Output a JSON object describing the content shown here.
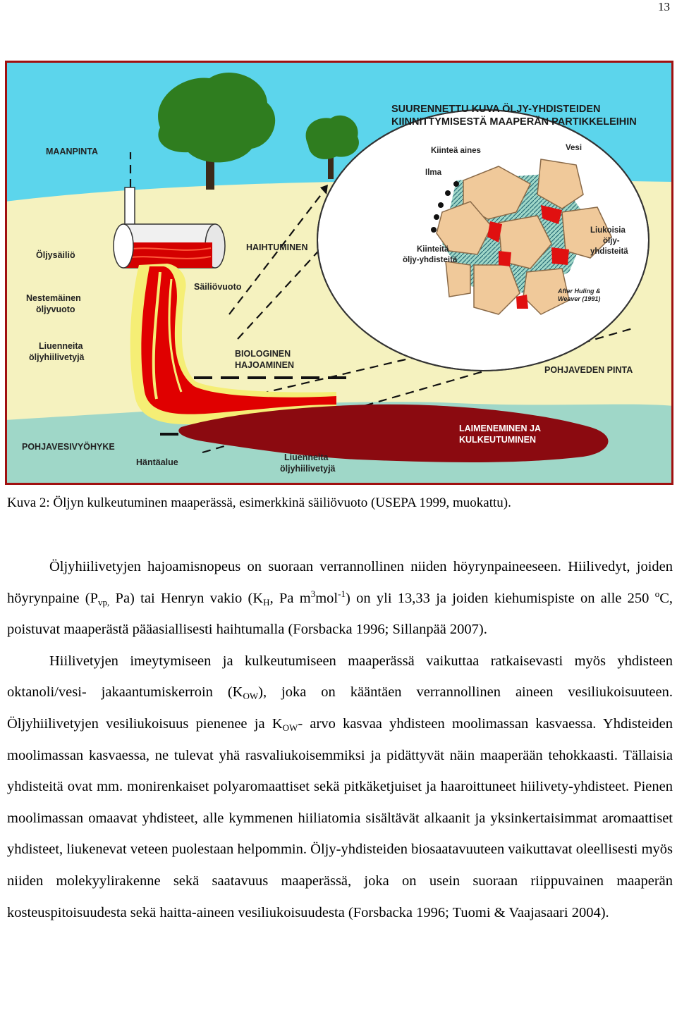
{
  "page_number": "13",
  "figure": {
    "labels": {
      "maanpinta": "MAANPINTA",
      "heading_line1": "SUURENNETTU KUVA ÖLJY-YHDISTEIDEN",
      "heading_line2": "KIINNITTYMISESTÄ MAAPERÄN PARTIKKELEIHIN",
      "kiintea_aines": "Kiinteä aines",
      "vesi": "Vesi",
      "ilma": "Ilma",
      "kiinteita_line1": "Kiinteitä",
      "kiinteita_line2": "öljy-yhdisteitä",
      "liukoisia_line1": "Liukoisia",
      "liukoisia_line2": "öljy-",
      "liukoisia_line3": "yhdisteitä",
      "after_line1": "After Huling &",
      "after_line2": "Weaver (1991)",
      "oljysailio": "Öljysäiliö",
      "haihtuminen": "HAIHTUMINEN",
      "sailiovuoto": "Säiliövuoto",
      "nestemainen_line1": "Nestemäinen",
      "nestemainen_line2": "öljyvuoto",
      "liuenneita1_line1": "Liuenneita",
      "liuenneita1_line2": "öljyhiilivetyjä",
      "biologinen_line1": "BIOLOGINEN",
      "biologinen_line2": "HAJOAMINEN",
      "pohjaveden_pinta": "POHJAVEDEN PINTA",
      "laimeneminen_line1": "LAIMENEMINEN JA",
      "laimeneminen_line2": "KULKEUTUMINEN",
      "pohjavesivyohyke": "POHJAVESIVYÖHYKE",
      "hantaalue": "Häntäalue",
      "liuenneita2_line1": "Liuenneita",
      "liuenneita2_line2": "öljyhiilivetyjä"
    },
    "colors": {
      "sky": "#5cd5ec",
      "soil": "#f5f2bf",
      "groundwater": "#9fd7c8",
      "oil_red": "#e00000",
      "oil_yellow": "#f5ee75",
      "plume_dark": "#8b0a10",
      "frame": "#a01010"
    }
  },
  "caption": "Kuva 2: Öljyn kulkeutuminen maaperässä, esimerkkinä säiliövuoto (USEPA 1999, muokattu).",
  "paragraph1": {
    "s1": "Öljyhiilivetyjen hajoamisnopeus on suoraan verrannollinen niiden höyrynpaineeseen.",
    "s2a": "Hiilivedyt, joiden höyrynpaine (P",
    "s2_sub1": "vp,",
    "s2b": " Pa) tai Henryn vakio (K",
    "s2_sub2": "H",
    "s2c": ", Pa m",
    "s2_sup1": "3",
    "s2d": "mol",
    "s2_sup2": "-1",
    "s2e": ") on yli 13,33 ja joiden kiehumispiste on alle 250 ",
    "s2_sup3": "o",
    "s2f": "C, poistuvat maaperästä pääasiallisesti haihtumalla (Forsbacka 1996; Sillanpää 2007)."
  },
  "paragraph2": {
    "a": "Hiilivetyjen imeytymiseen ja kulkeutumiseen maaperässä vaikuttaa ratkaisevasti myös yhdisteen oktanoli/vesi- jakaantumiskerroin (K",
    "sub1": "OW",
    "b": "), joka on kääntäen verrannollinen aineen vesiliukoisuuteen. Öljyhiilivetyjen vesiliukoisuus pienenee ja K",
    "sub2": "OW",
    "c": "- arvo kasvaa yhdisteen moolimassan kasvaessa. Yhdisteiden moolimassan kasvaessa, ne tulevat yhä rasvaliukoisemmiksi ja pidättyvät näin maaperään tehokkaasti. Tällaisia yhdisteitä ovat mm. monirenkaiset polyaromaattiset sekä pitkäketjuiset ja haaroittuneet hiilivety-yhdisteet. Pienen moolimassan omaavat yhdisteet, alle kymmenen hiiliatomia sisältävät alkaanit ja yksinkertaisimmat aromaattiset yhdisteet, liukenevat veteen puolestaan helpommin. Öljy-yhdisteiden biosaatavuuteen vaikuttavat oleellisesti myös niiden molekyylirakenne sekä saatavuus maaperässä, joka on usein suoraan riippuvainen maaperän kosteuspitoisuudesta sekä haitta-aineen vesiliukoisuudesta (Forsbacka 1996; Tuomi & Vaajasaari 2004)."
  }
}
